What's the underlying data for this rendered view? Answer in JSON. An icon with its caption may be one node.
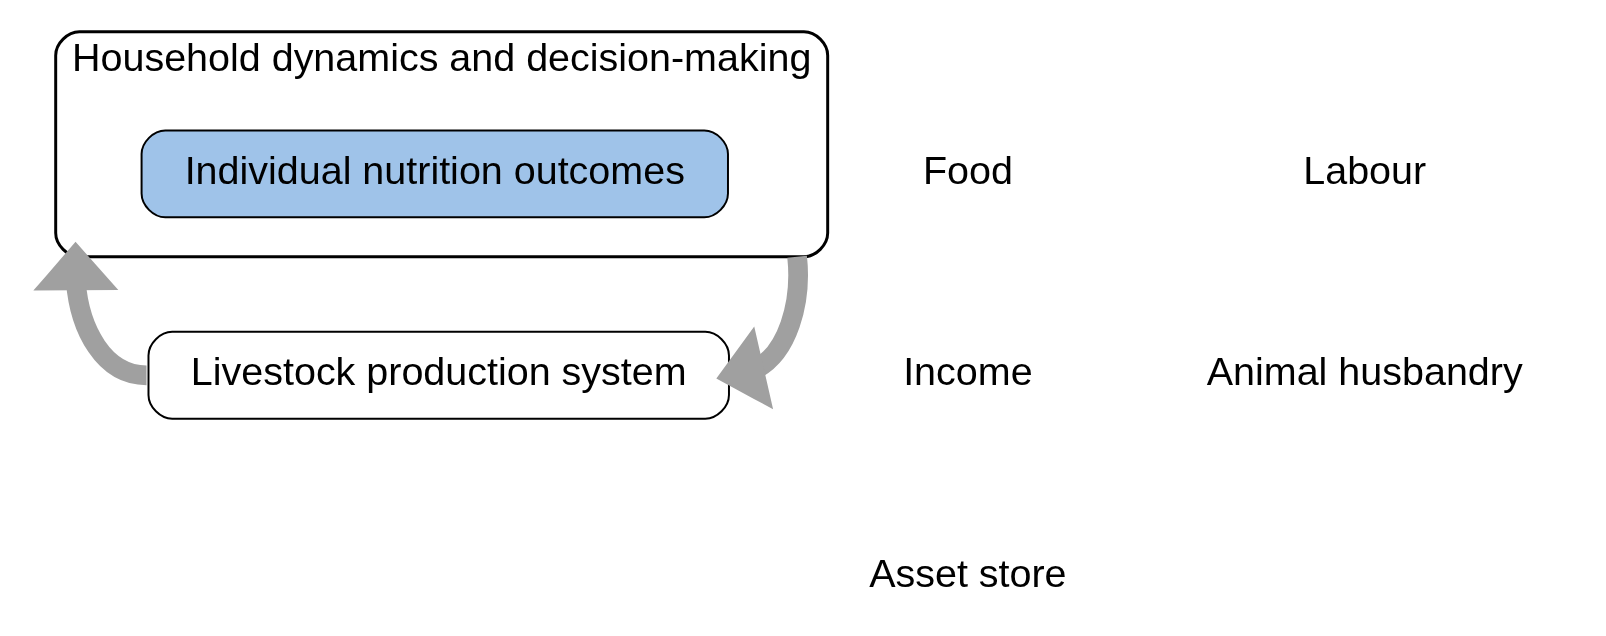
{
  "diagram": {
    "nodes": [
      {
        "text": [
          "Household dynamics and decision-making"
        ]
      },
      {
        "text": [
          "Individual nutrition outcomes"
        ],
        "in": 0
      },
      {
        "text": [
          "Livestock production system"
        ]
      }
    ],
    "edges": [
      {
        "from": 0,
        "to": 2,
        "arrow": "to"
      },
      {
        "from": 2,
        "to": 0,
        "arrow": "to"
      }
    ],
    "labels": [
      "Food",
      "Income",
      "Asset store",
      "Labour",
      "Animal husbandry"
    ]
  }
}
